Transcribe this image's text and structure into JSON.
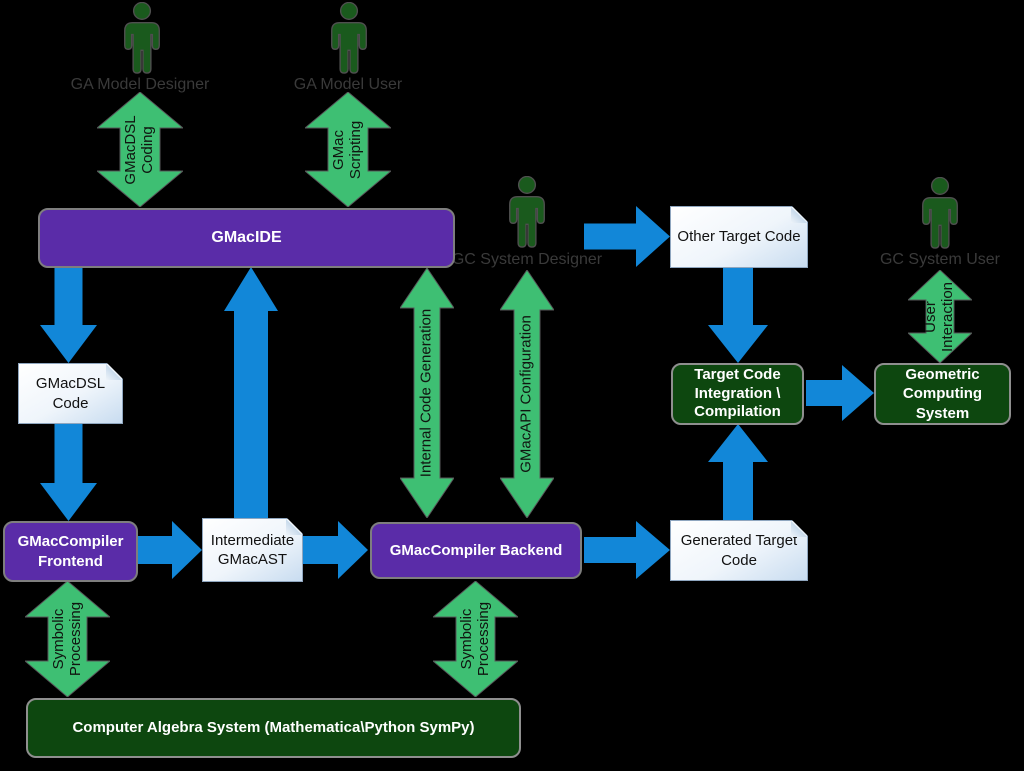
{
  "diagram_title": "GMac System Architecture",
  "colors": {
    "background": "#000000",
    "process_purple": "#5a2ca8",
    "system_dark_green": "#0d470f",
    "arrow_blue": "#1287d8",
    "arrow_green": "#3ebf73",
    "person_green": "#1a5a1d",
    "person_label_gray": "#3a3a3a",
    "document_blue": "#c8dcf0"
  },
  "persons": {
    "ga_model_designer": "GA Model Designer",
    "ga_model_user": "GA Model User",
    "gc_system_designer": "GC System Designer",
    "gc_system_user": "GC System User"
  },
  "components": {
    "gmacide": "GMacIDE",
    "gmaccompiler_frontend": "GMacCompiler\nFrontend",
    "gmaccompiler_backend": "GMacCompiler Backend",
    "target_code_integration": "Target Code\nIntegration \\\nCompilation",
    "geometric_computing_system": "Geometric\nComputing System",
    "computer_algebra_system": "Computer Algebra System (Mathematica\\Python SymPy)"
  },
  "documents": {
    "gmacdsl_code": "GMacDSL\nCode",
    "intermediate_gmacast": "Intermediate\nGMacAST",
    "other_target_code": "Other Target Code",
    "generated_target_code": "Generated Target\nCode"
  },
  "interactions": {
    "gmacdsl_coding": "GMacDSL\nCoding",
    "gmac_scripting": "GMac\nScripting",
    "internal_code_generation": "Internal Code Generation",
    "gmacapi_configuration": "GMacAPI Configuration",
    "symbolic_processing_frontend": "Symbolic\nProcessing",
    "symbolic_processing_backend": "Symbolic\nProcessing",
    "user_interaction": "User\nInteraction"
  }
}
